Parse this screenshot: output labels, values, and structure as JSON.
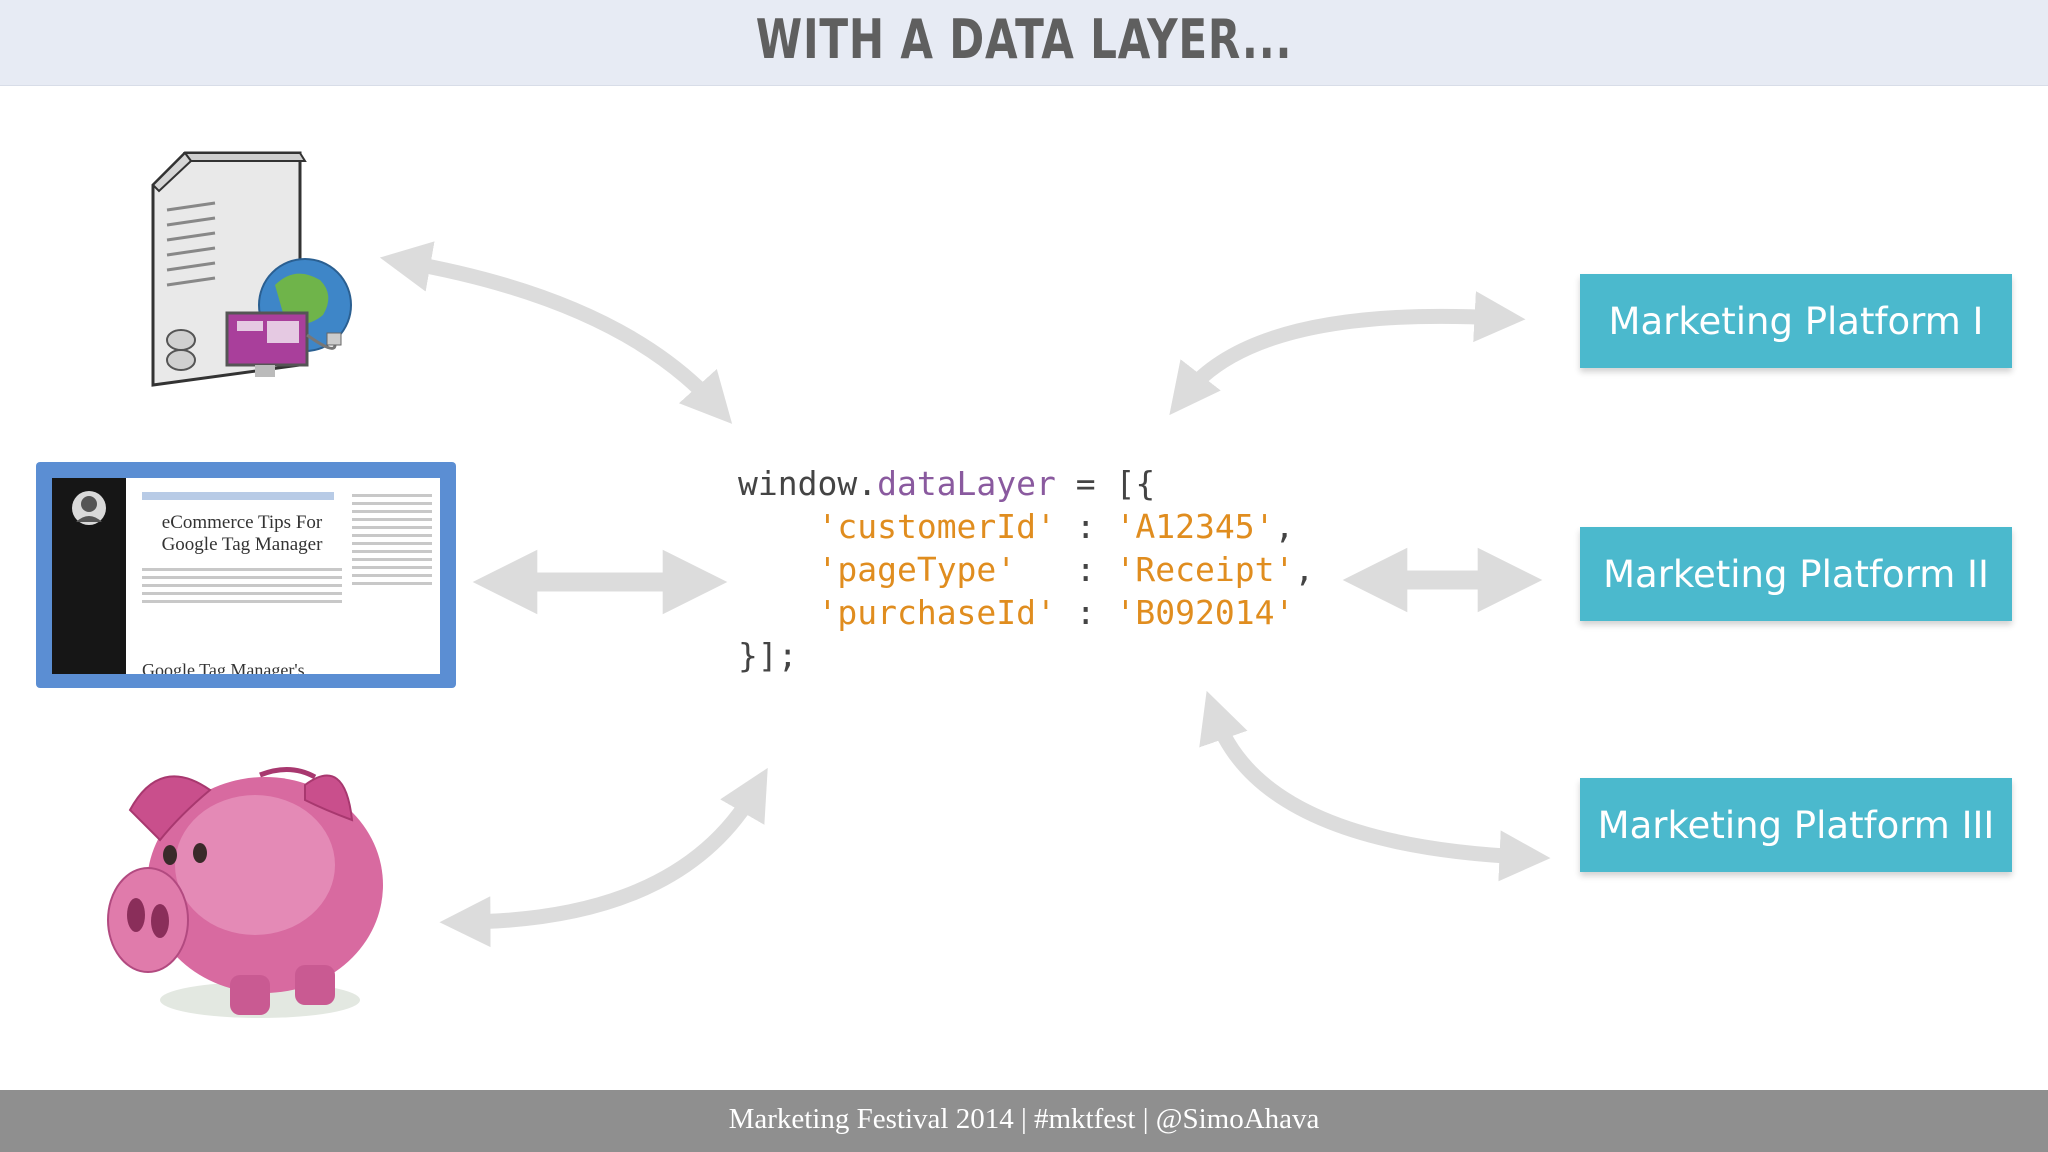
{
  "slide": {
    "title": "WITH A DATA LAYER...",
    "footer": "Marketing Festival 2014 | #mktfest | @SimoAhava"
  },
  "code": {
    "line1_obj": "window.",
    "line1_prop": "dataLayer",
    "line1_rest": " = [{",
    "line2_key": "'customerId'",
    "line2_sep": " : ",
    "line2_val": "'A12345'",
    "line2_end": ",",
    "line3_key": "'pageType'",
    "line3_sep": "   : ",
    "line3_val": "'Receipt'",
    "line3_end": ",",
    "line4_key": "'purchaseId'",
    "line4_sep": " : ",
    "line4_val": "'B092014'",
    "line5": "}];"
  },
  "platforms": [
    {
      "label": "Marketing Platform I"
    },
    {
      "label": "Marketing Platform II"
    },
    {
      "label": "Marketing Platform III"
    }
  ],
  "website": {
    "post_title_1": "eCommerce Tips For",
    "post_title_2": "Google Tag Manager",
    "next_post": "Google Tag Manager's"
  },
  "colors": {
    "platform_box": "#4bb9cd",
    "arrow": "#dcdcdc",
    "code_property": "#8a5a9f",
    "code_string": "#e08d1f",
    "header_bg": "#e7ebf4",
    "footer_bg": "#8f8f8f"
  }
}
